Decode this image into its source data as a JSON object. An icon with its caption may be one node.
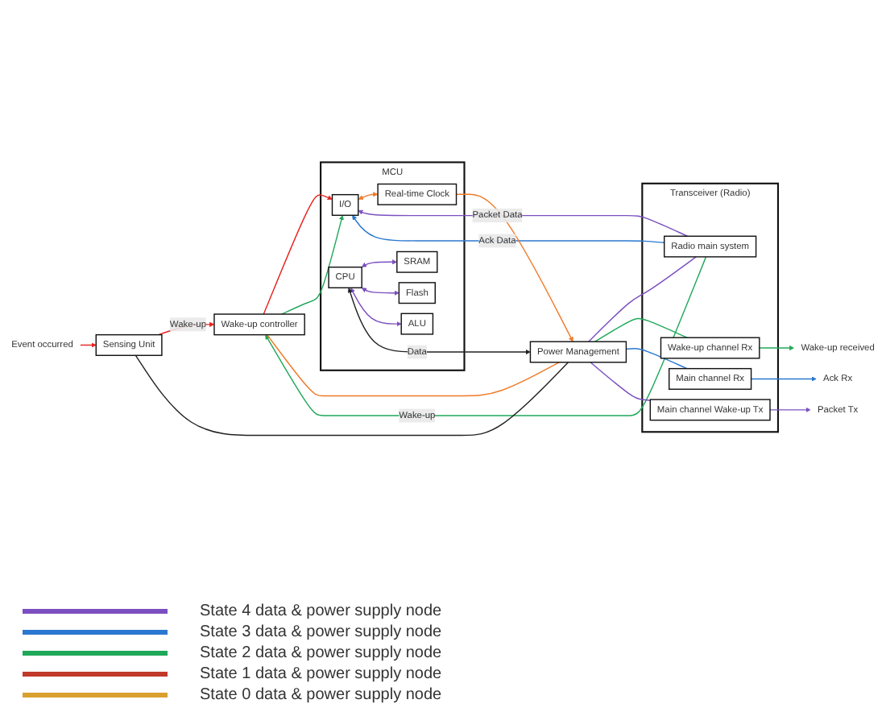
{
  "diagram": {
    "nodes": [
      {
        "text": [
          "Event occurred"
        ]
      },
      {
        "text": [
          "Wake-up controller"
        ]
      },
      {
        "text": [
          "Sensing Unit"
        ]
      },
      {
        "text": [
          "MCU"
        ]
      },
      {
        "text": [
          "I/O"
        ],
        "in": 3
      },
      {
        "text": [
          "Real-time Clock"
        ],
        "in": 3
      },
      {
        "text": [
          "SRAM"
        ],
        "in": 3
      },
      {
        "text": [
          "CPU"
        ],
        "in": 3
      },
      {
        "text": [
          "Flash"
        ],
        "in": 3
      },
      {
        "text": [
          "ALU"
        ],
        "in": 3
      },
      {
        "text": [
          "Transceiver (Radio)"
        ]
      },
      {
        "text": [
          "Radio main system"
        ],
        "in": 10
      },
      {
        "text": [
          "Wake-up channel Rx"
        ],
        "in": 10
      },
      {
        "text": [
          "Main channel Rx"
        ],
        "in": 10
      },
      {
        "text": [
          "Main channel Wake-up Tx"
        ],
        "in": 10
      },
      {
        "text": [
          "Wake-up received"
        ]
      },
      {
        "text": [
          "Packet Tx"
        ]
      },
      {
        "text": [
          "Ack Rx"
        ]
      },
      {
        "text": [
          "Power Management"
        ]
      }
    ],
    "edges": [
      {
        "from": 0,
        "to": 2,
        "arrow": "to",
        "color": "#e8231f"
      },
      {
        "from": 2,
        "to": 1,
        "arrow": "to",
        "label": "Wake-up",
        "color": "#e8231f"
      },
      {
        "from": 1,
        "to": 4,
        "arrow": "to",
        "color": "#e8231f"
      },
      {
        "from": 1,
        "to": 4,
        "arrow": "to",
        "color": "#1fa85a"
      },
      {
        "from": 11,
        "to": 1,
        "arrow": "to",
        "label": "Wake-up",
        "color": "#1fa85a"
      },
      {
        "from": 11,
        "to": 4,
        "arrow": "to",
        "label": "Packet Data",
        "color": "#7b4fc0"
      },
      {
        "from": 11,
        "to": 4,
        "arrow": "to",
        "label": "Ack Data",
        "color": "#2a78d0"
      },
      {
        "from": 4,
        "to": 5,
        "arrow": "both",
        "color": "#f07a28"
      },
      {
        "from": 7,
        "to": 6,
        "arrow": "both",
        "color": "#7b4fc0"
      },
      {
        "from": 7,
        "to": 8,
        "arrow": "both",
        "color": "#7b4fc0"
      },
      {
        "from": 7,
        "to": 9,
        "arrow": "both",
        "color": "#7b4fc0"
      },
      {
        "from": 7,
        "to": 18,
        "arrow": "both",
        "label": "Data",
        "color": "#222222"
      },
      {
        "from": 5,
        "to": 18,
        "arrow": "to",
        "color": "#f07a28"
      },
      {
        "from": 12,
        "to": 15,
        "arrow": "to",
        "color": "#1fa85a"
      },
      {
        "from": 14,
        "to": 16,
        "arrow": "to",
        "color": "#7b4fc0"
      },
      {
        "from": 13,
        "to": 17,
        "arrow": "to",
        "color": "#2a78d0"
      },
      {
        "from": 18,
        "to": 1,
        "arrow": "none",
        "color": "#f07a28"
      },
      {
        "from": 18,
        "to": 11,
        "arrow": "none",
        "color": "#7b4fc0"
      },
      {
        "from": 18,
        "to": 12,
        "arrow": "none",
        "color": "#1fa85a"
      },
      {
        "from": 18,
        "to": 13,
        "arrow": "none",
        "color": "#2a78d0"
      },
      {
        "from": 18,
        "to": 14,
        "arrow": "none",
        "color": "#7b4fc0"
      },
      {
        "from": 2,
        "to": 18,
        "arrow": "none",
        "color": "#222222"
      }
    ],
    "legend": [
      {
        "text": "State 4 data & power supply node",
        "color": "#7b4fc0"
      },
      {
        "text": "State 3 data & power supply node",
        "color": "#2a78d0"
      },
      {
        "text": "State 2 data & power supply node",
        "color": "#1fa85a"
      },
      {
        "text": "State 1 data & power supply node",
        "color": "#c0392b"
      },
      {
        "text": "State 0 data & power supply node",
        "color": "#d9a030"
      }
    ]
  }
}
